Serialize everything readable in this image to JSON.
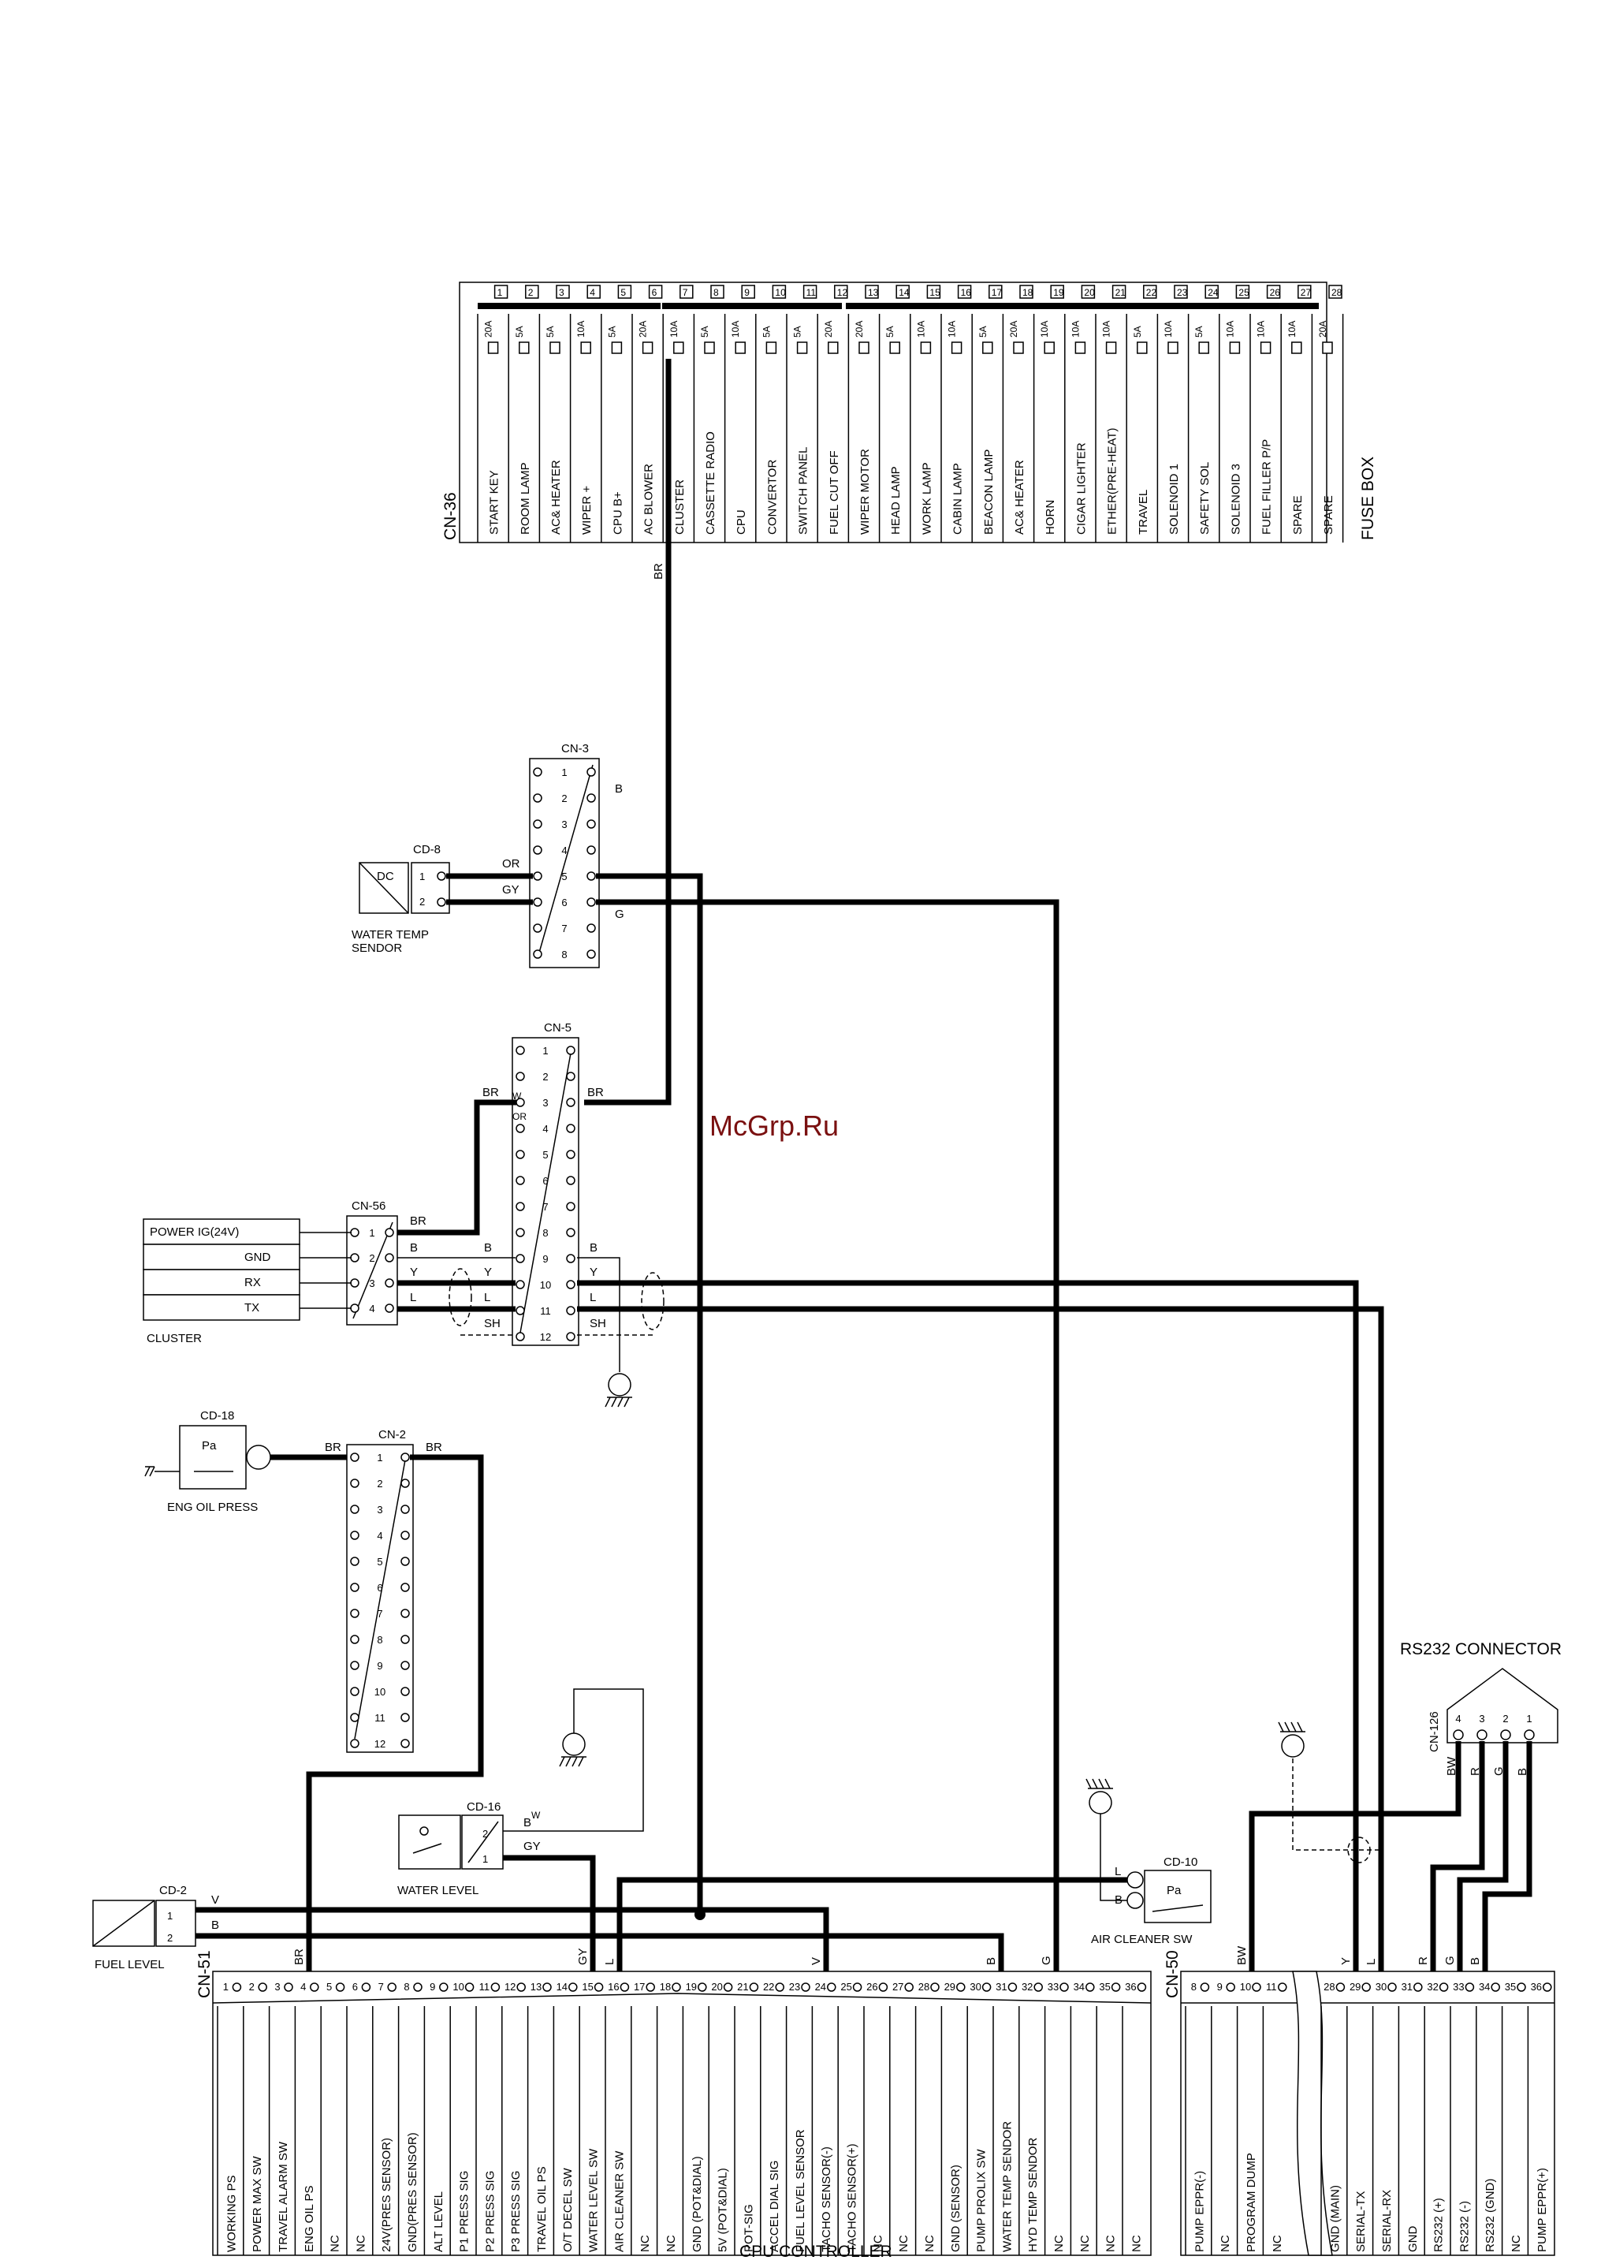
{
  "watermark": "McGrp.Ru",
  "fuse_box": {
    "title": "FUSE BOX",
    "connector": "CN-36",
    "fuses": [
      {
        "no": "1",
        "amp": "20A",
        "label": "START KEY"
      },
      {
        "no": "2",
        "amp": "5A",
        "label": "ROOM LAMP"
      },
      {
        "no": "3",
        "amp": "5A",
        "label": "AC& HEATER"
      },
      {
        "no": "4",
        "amp": "10A",
        "label": "WIPER +"
      },
      {
        "no": "5",
        "amp": "5A",
        "label": "CPU  B+"
      },
      {
        "no": "6",
        "amp": "20A",
        "label": "AC BLOWER"
      },
      {
        "no": "7",
        "amp": "10A",
        "label": "CLUSTER"
      },
      {
        "no": "8",
        "amp": "5A",
        "label": "CASSETTE RADIO"
      },
      {
        "no": "9",
        "amp": "10A",
        "label": "CPU"
      },
      {
        "no": "10",
        "amp": "5A",
        "label": "CONVERTOR"
      },
      {
        "no": "11",
        "amp": "5A",
        "label": "SWITCH PANEL"
      },
      {
        "no": "12",
        "amp": "20A",
        "label": "FUEL CUT OFF"
      },
      {
        "no": "13",
        "amp": "20A",
        "label": "WIPER MOTOR"
      },
      {
        "no": "14",
        "amp": "5A",
        "label": "HEAD LAMP"
      },
      {
        "no": "15",
        "amp": "10A",
        "label": "WORK LAMP"
      },
      {
        "no": "16",
        "amp": "10A",
        "label": "CABIN LAMP"
      },
      {
        "no": "17",
        "amp": "5A",
        "label": "BEACON LAMP"
      },
      {
        "no": "18",
        "amp": "20A",
        "label": "AC& HEATER"
      },
      {
        "no": "19",
        "amp": "10A",
        "label": "HORN"
      },
      {
        "no": "20",
        "amp": "10A",
        "label": "CIGAR LIGHTER"
      },
      {
        "no": "21",
        "amp": "10A",
        "label": "ETHER(PRE-HEAT)"
      },
      {
        "no": "22",
        "amp": "5A",
        "label": "TRAVEL"
      },
      {
        "no": "23",
        "amp": "10A",
        "label": "SOLENOID 1"
      },
      {
        "no": "24",
        "amp": "5A",
        "label": "SAFETY SOL"
      },
      {
        "no": "25",
        "amp": "10A",
        "label": "SOLENOID 3"
      },
      {
        "no": "26",
        "amp": "10A",
        "label": "FUEL FILLER P/P"
      },
      {
        "no": "27",
        "amp": "10A",
        "label": "SPARE"
      },
      {
        "no": "28",
        "amp": "20A",
        "label": "SPARE"
      }
    ]
  },
  "cn3": {
    "title": "CN-3",
    "pins": [
      "1",
      "2",
      "3",
      "4",
      "5",
      "6",
      "7",
      "8"
    ],
    "wire_b": "B",
    "wire_g": "G",
    "wire_or": "OR",
    "wire_gy": "GY"
  },
  "cd8": {
    "title": "CD-8",
    "inner": "DC",
    "pins": [
      "1",
      "2"
    ],
    "caption1": "WATER TEMP",
    "caption2": "SENDOR"
  },
  "cn5": {
    "title": "CN-5",
    "pins": [
      "1",
      "2",
      "3",
      "4",
      "5",
      "6",
      "7",
      "8",
      "9",
      "10",
      "11",
      "12"
    ],
    "w_br": "BR",
    "w_w": "W",
    "w_or": "OR",
    "w_br2": "BR",
    "w_b": "B",
    "w_y": "Y",
    "w_l": "L",
    "w_sh": "SH",
    "w_b2": "B",
    "w_y2": "Y",
    "w_l2": "L",
    "w_sh2": "SH"
  },
  "cn56": {
    "title": "CN-56",
    "pins": [
      "1",
      "2",
      "3",
      "4"
    ],
    "w_br": "BR",
    "w_b": "B",
    "w_y": "Y",
    "w_l": "L"
  },
  "cluster": {
    "caption": "CLUSTER",
    "rows": [
      "POWER IG(24V)",
      "GND",
      "RX",
      "TX"
    ]
  },
  "cd18": {
    "title": "CD-18",
    "inner": "Pa",
    "caption": "ENG OIL PRESS"
  },
  "cn2": {
    "title": "CN-2",
    "pins": [
      "1",
      "2",
      "3",
      "4",
      "5",
      "6",
      "7",
      "8",
      "9",
      "10",
      "11",
      "12"
    ],
    "w_br": "BR",
    "w_br2": "BR"
  },
  "cd16": {
    "title": "CD-16",
    "pins": [
      "2",
      "1"
    ],
    "caption": "WATER LEVEL",
    "w_b": "B",
    "w_w": "W",
    "w_gy": "GY"
  },
  "cd2": {
    "title": "CD-2",
    "pins": [
      "1",
      "2"
    ],
    "caption": "FUEL LEVEL",
    "w_v": "V",
    "w_b": "B"
  },
  "cd10": {
    "title": "CD-10",
    "inner": "Pa",
    "caption": "AIR CLEANER SW",
    "w_l": "L",
    "w_b": "B"
  },
  "rs232": {
    "title": "RS232 CONNECTOR",
    "connector": "CN-126",
    "pins": [
      "4",
      "3",
      "2",
      "1"
    ],
    "wires": [
      "BW",
      "R",
      "G",
      "B"
    ]
  },
  "cn51": {
    "title": "CN-51",
    "pins": [
      {
        "no": "1",
        "label": "WORKING PS"
      },
      {
        "no": "2",
        "label": "POWER MAX SW"
      },
      {
        "no": "3",
        "label": "TRAVEL ALARM SW"
      },
      {
        "no": "4",
        "label": "ENG OIL PS"
      },
      {
        "no": "5",
        "label": "NC"
      },
      {
        "no": "6",
        "label": "NC"
      },
      {
        "no": "7",
        "label": "24V(PRES SENSOR)"
      },
      {
        "no": "8",
        "label": "GND(PRES SENSOR)"
      },
      {
        "no": "9",
        "label": "ALT LEVEL"
      },
      {
        "no": "10",
        "label": "P1 PRESS SIG"
      },
      {
        "no": "11",
        "label": "P2 PRESS SIG"
      },
      {
        "no": "12",
        "label": "P3 PRESS SIG"
      },
      {
        "no": "13",
        "label": "TRAVEL OIL PS"
      },
      {
        "no": "14",
        "label": "O/T DECEL SW"
      },
      {
        "no": "15",
        "label": "WATER LEVEL SW"
      },
      {
        "no": "16",
        "label": "AIR CLEANER SW"
      },
      {
        "no": "17",
        "label": "NC"
      },
      {
        "no": "18",
        "label": "NC"
      },
      {
        "no": "19",
        "label": "GND (POT&DIAL)"
      },
      {
        "no": "20",
        "label": "5V (POT&DIAL)"
      },
      {
        "no": "21",
        "label": "POT-SIG"
      },
      {
        "no": "22",
        "label": "ACCEL DIAL SIG"
      },
      {
        "no": "23",
        "label": "FUEL LEVEL SENSOR"
      },
      {
        "no": "24",
        "label": "TACHO SENSOR(-)"
      },
      {
        "no": "25",
        "label": "TACHO SENSOR(+)"
      },
      {
        "no": "26",
        "label": "NC"
      },
      {
        "no": "27",
        "label": "NC"
      },
      {
        "no": "28",
        "label": "NC"
      },
      {
        "no": "29",
        "label": "GND (SENSOR)"
      },
      {
        "no": "30",
        "label": "PUMP PROLIX SW"
      },
      {
        "no": "31",
        "label": "WATER TEMP SENDOR"
      },
      {
        "no": "32",
        "label": "HYD TEMP SENDOR"
      },
      {
        "no": "33",
        "label": "NC"
      },
      {
        "no": "34",
        "label": "NC"
      },
      {
        "no": "35",
        "label": "NC"
      },
      {
        "no": "36",
        "label": "NC"
      }
    ],
    "wires": {
      "br": "BR",
      "gy": "GY",
      "l": "L",
      "v": "V",
      "b": "B",
      "g": "G"
    }
  },
  "cn50": {
    "title": "CN-50",
    "pins_left": [
      {
        "no": "8",
        "label": "PUMP EPPR(-)"
      },
      {
        "no": "9",
        "label": "NC"
      },
      {
        "no": "10",
        "label": "PROGRAM DUMP"
      },
      {
        "no": "11",
        "label": "NC"
      }
    ],
    "pins_right": [
      {
        "no": "28",
        "label": "GND (MAIN)"
      },
      {
        "no": "29",
        "label": "SERIAL-TX"
      },
      {
        "no": "30",
        "label": "SERIAL-RX"
      },
      {
        "no": "31",
        "label": "GND"
      },
      {
        "no": "32",
        "label": "RS232 (+)"
      },
      {
        "no": "33",
        "label": "RS232 (-)"
      },
      {
        "no": "34",
        "label": "RS232 (GND)"
      },
      {
        "no": "35",
        "label": "NC"
      },
      {
        "no": "36",
        "label": "PUMP EPPR(+)"
      }
    ],
    "wires": {
      "bw": "BW",
      "y": "Y",
      "l": "L",
      "r": "R",
      "g": "G",
      "b": "B"
    }
  },
  "footer": "CPU CONTROLLER"
}
